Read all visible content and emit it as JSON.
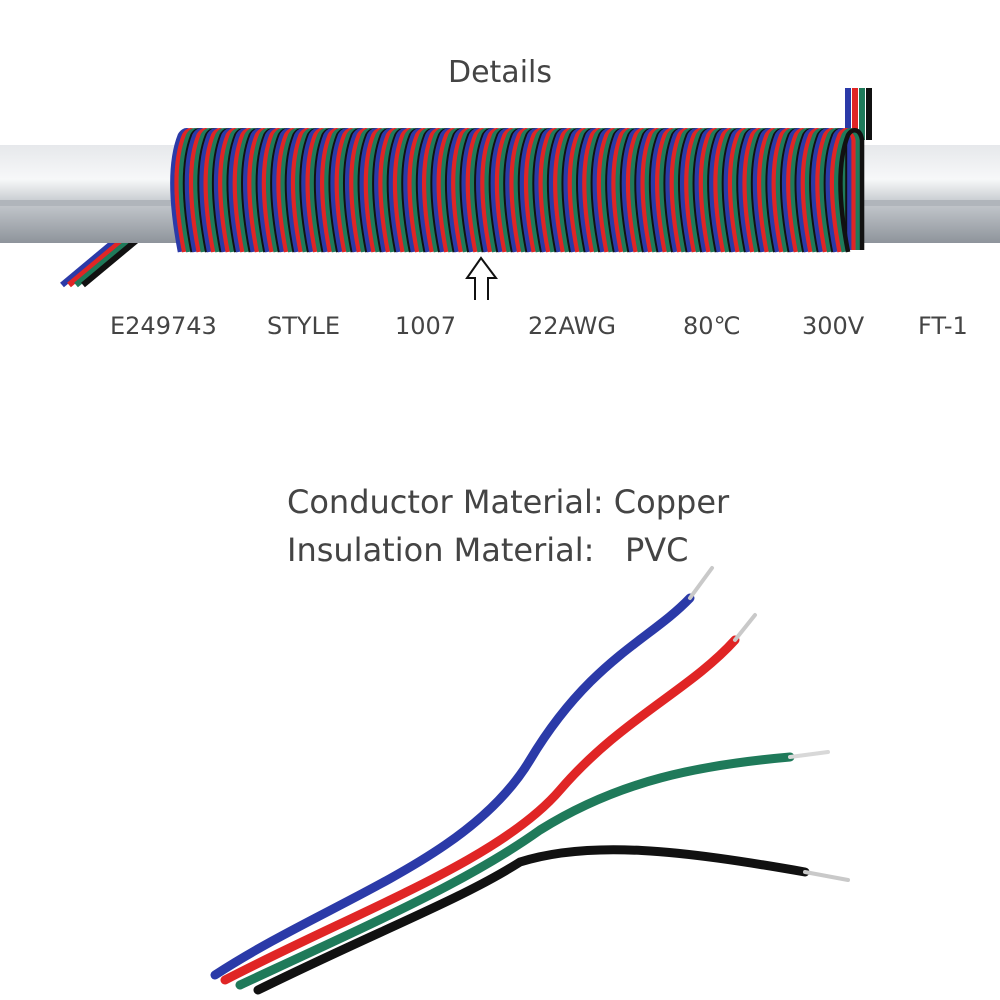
{
  "title": "Details",
  "specs": [
    "E249743",
    "STYLE",
    "1007",
    "22AWG",
    "80℃",
    "300V",
    "FT-1"
  ],
  "materials": {
    "conductor": "Conductor Material: Copper",
    "insulation": "Insulation Material:   PVC"
  },
  "colors": {
    "blue": "#2b3aa8",
    "red": "#e02525",
    "green": "#1f7a5a",
    "black": "#111111",
    "rod": "#c9ccd1"
  }
}
